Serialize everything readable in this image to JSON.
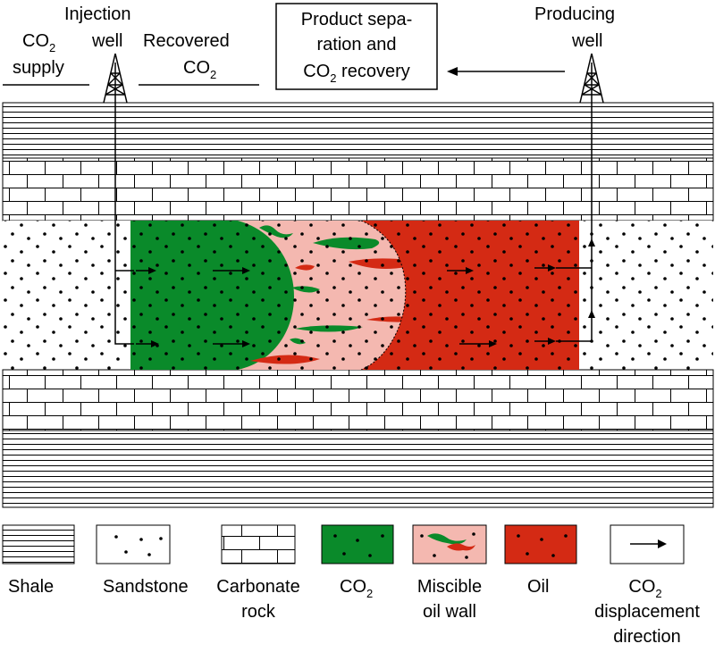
{
  "labels": {
    "co2_supply_1": "CO",
    "co2_supply_2": "supply",
    "injection_well_1": "Injection",
    "injection_well_2": "well",
    "recovered_co2_1": "Recovered",
    "recovered_co2_2": "CO",
    "product_sep_1": "Product sepa-",
    "product_sep_2": "ration and",
    "product_sep_3": "CO",
    "product_sep_3b": " recovery",
    "producing_well_1": "Producing",
    "producing_well_2": "well",
    "subscript_2": "2"
  },
  "legend": {
    "shale": "Shale",
    "sandstone": "Sandstone",
    "carbonate_1": "Carbonate",
    "carbonate_2": "rock",
    "co2": "CO",
    "miscible_1": "Miscible",
    "miscible_2": "oil wall",
    "oil": "Oil",
    "co2disp_1": "CO",
    "co2disp_2": "displacement",
    "co2disp_3": "direction"
  },
  "colors": {
    "co2_green": "#0a8a2a",
    "miscible_pink": "#f4b8b0",
    "oil_red": "#d42a14",
    "line_black": "#000000"
  }
}
